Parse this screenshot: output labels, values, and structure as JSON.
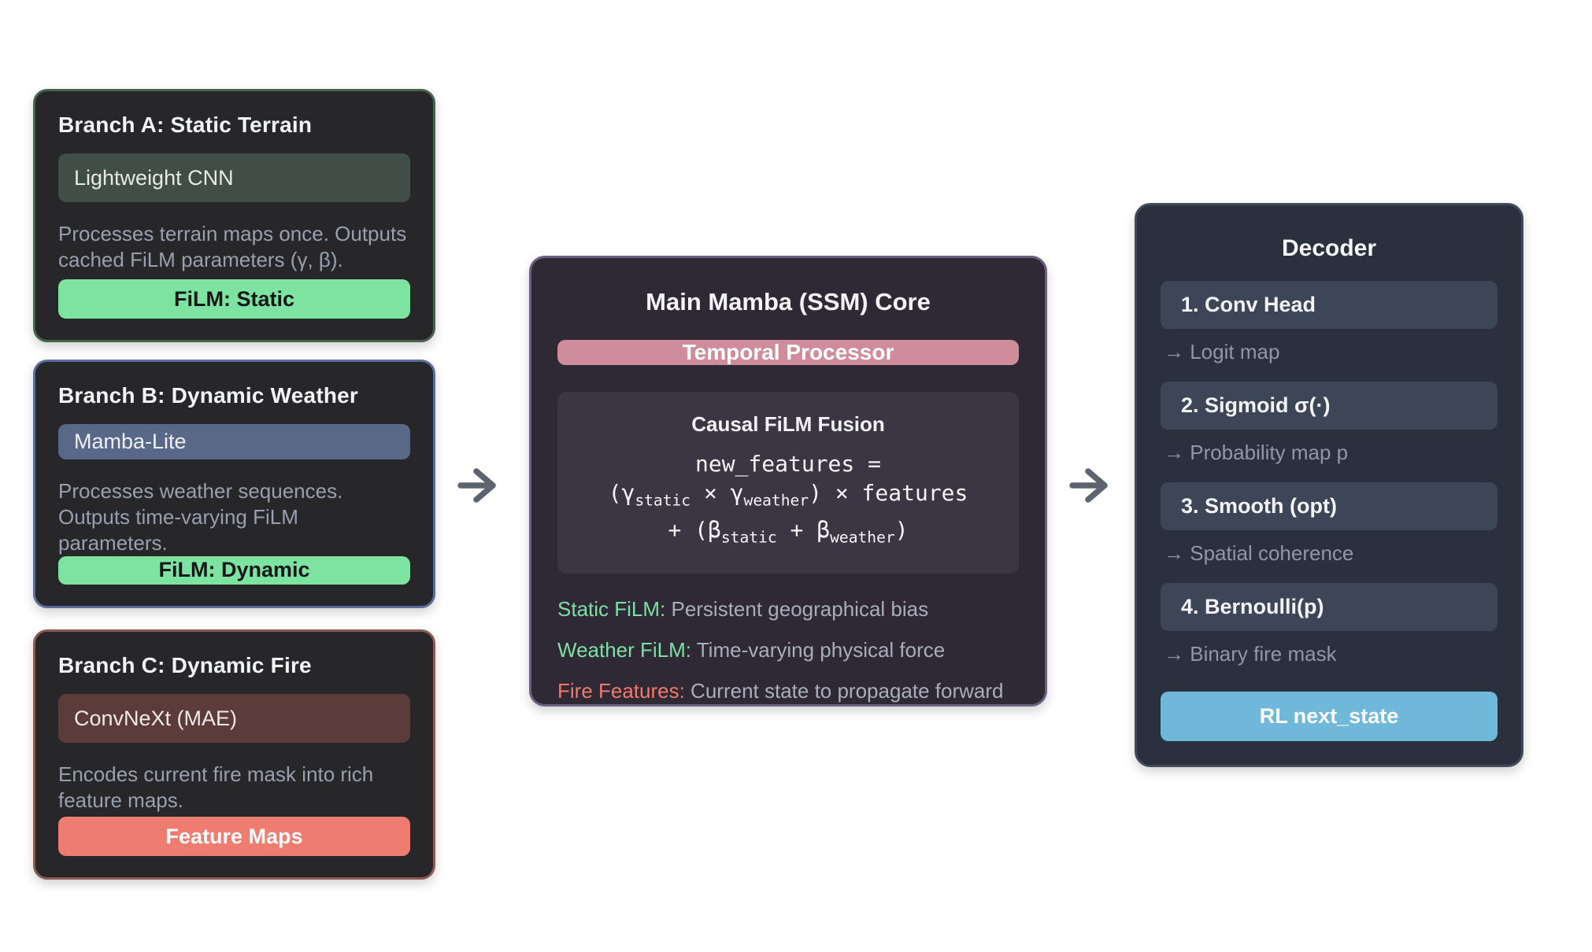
{
  "branches": [
    {
      "title": "Branch A: Static Terrain",
      "module": "Lightweight CNN",
      "description": "Processes terrain maps once. Outputs cached FiLM parameters (γ, β).",
      "badge": "FiLM: Static"
    },
    {
      "title": "Branch B: Dynamic Weather",
      "module": "Mamba-Lite",
      "description": "Processes weather sequences. Outputs time-varying FiLM parameters.",
      "badge": "FiLM: Dynamic"
    },
    {
      "title": "Branch C: Dynamic Fire",
      "module": "ConvNeXt (MAE)",
      "description": "Encodes current fire mask into rich feature maps.",
      "badge": "Feature Maps"
    }
  ],
  "core": {
    "title": "Main Mamba (SSM) Core",
    "processor": "Temporal Processor",
    "fusion_title": "Causal FiLM Fusion",
    "formula": {
      "l1": "new_features =",
      "l2a": "(γ",
      "l2a_sub": "static",
      "l2b": " × γ",
      "l2b_sub": "weather",
      "l2c": ") × features",
      "l3a": "+ (β",
      "l3a_sub": "static",
      "l3b": " + β",
      "l3b_sub": "weather",
      "l3c": ")"
    },
    "legend": [
      {
        "label": "Static FiLM:",
        "text": " Persistent geographical bias"
      },
      {
        "label": "Weather FiLM:",
        "text": " Time-varying physical force"
      },
      {
        "label": "Fire Features:",
        "text": " Current state to propagate forward"
      }
    ]
  },
  "decoder": {
    "title": "Decoder",
    "steps": [
      {
        "label": "1. Conv Head",
        "output": "→ Logit map"
      },
      {
        "label": "2. Sigmoid σ(·)",
        "output": "→ Probability map p"
      },
      {
        "label": "3. Smooth (opt)",
        "output": "→ Spatial coherence"
      },
      {
        "label": "4. Bernoulli(p)",
        "output": "→ Binary fire mask"
      }
    ],
    "button": "RL next_state"
  },
  "colors": {
    "badge_green": "#7ce3a1",
    "badge_salmon": "#ef7c70",
    "temporal_pink": "#cf8d9c",
    "rl_blue": "#6fb8da",
    "legend_green": "#7ee0a4",
    "legend_red": "#f2796d",
    "border_green": "#46634f",
    "border_blue": "#5a6c9c",
    "border_red": "#8a5a54",
    "border_purple": "#6c6080",
    "border_slate": "#414b5c",
    "arrow_gray": "#5d6470"
  }
}
